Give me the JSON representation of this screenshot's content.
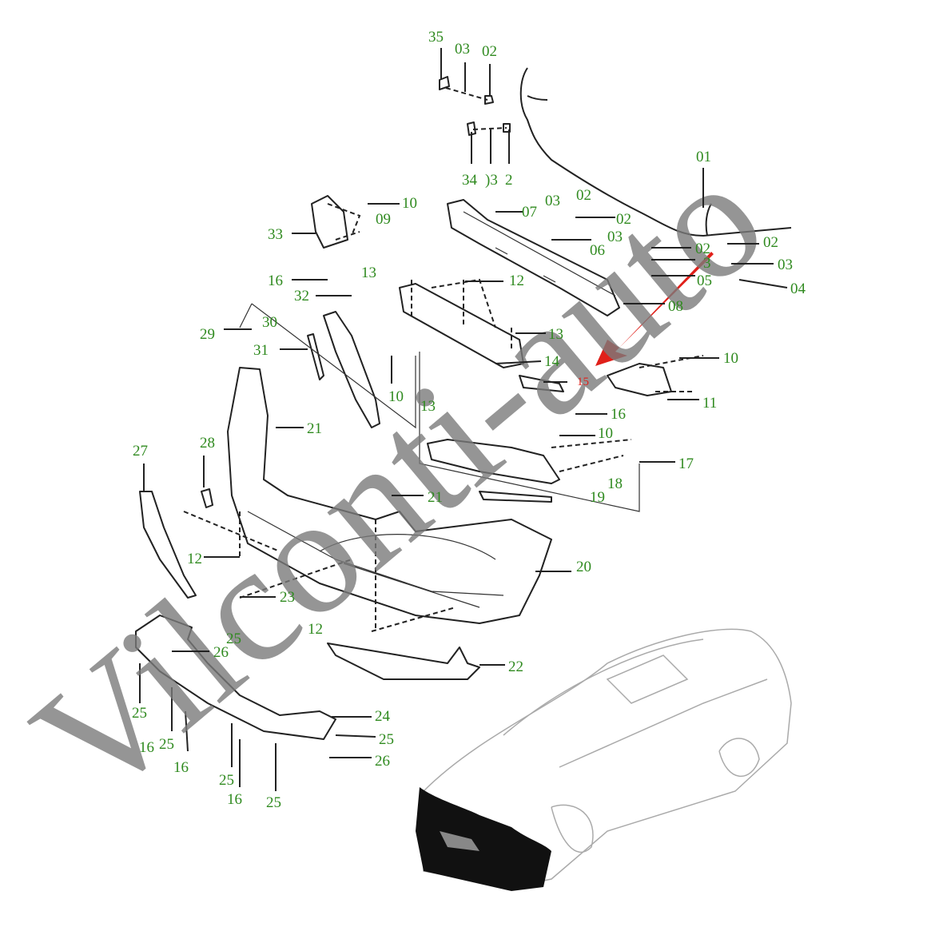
{
  "watermark": "Vilconti-auto",
  "colors": {
    "label": "#2f8a1f",
    "highlight": "#e0201a",
    "car_front": "#111111"
  },
  "labels": [
    "35",
    "03",
    "02",
    "34",
    ")3",
    "2",
    "01",
    "10",
    "09",
    "33",
    "03",
    "02",
    "07",
    "02",
    "03",
    "06",
    "02",
    "02",
    "3",
    "03",
    "05",
    "04",
    "13",
    "12",
    "16",
    "32",
    "08",
    "30",
    "29",
    "13",
    "31",
    "14",
    "10",
    "15",
    "11",
    "10",
    "13",
    "16",
    "21",
    "10",
    "28",
    "27",
    "17",
    "18",
    "19",
    "21",
    "20",
    "12",
    "23",
    "12",
    "26",
    "25",
    "22",
    "25",
    "24",
    "25",
    "16",
    "25",
    "26",
    "16",
    "25",
    "16",
    "25"
  ]
}
